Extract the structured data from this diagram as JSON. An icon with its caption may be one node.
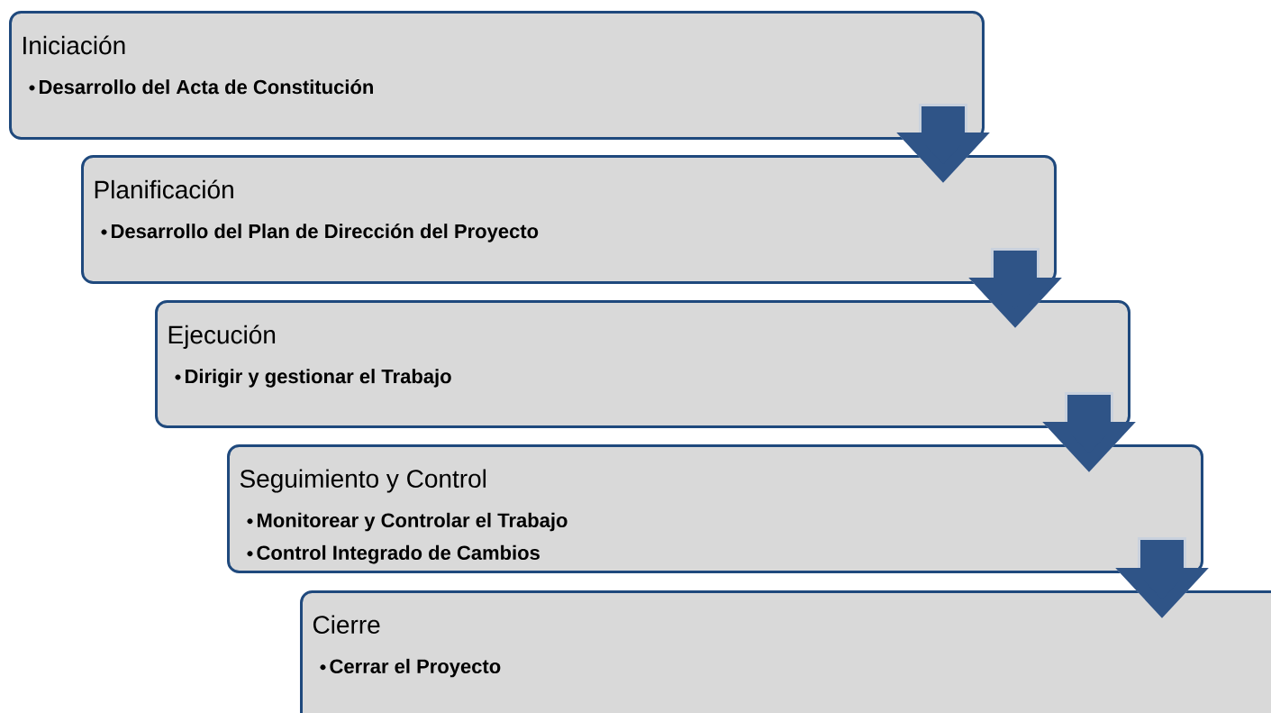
{
  "diagram": {
    "nodes": [
      {
        "text": [
          "Iniciación",
          "Desarrollo del Acta de Constitución"
        ]
      },
      {
        "text": [
          "Planificación",
          "Desarrollo del Plan de Dirección del Proyecto"
        ]
      },
      {
        "text": [
          "Ejecución",
          "Dirigir y gestionar el Trabajo"
        ]
      },
      {
        "text": [
          "Seguimiento y Control",
          "Monitorear y Controlar el Trabajo",
          "Control Integrado de Cambios"
        ]
      },
      {
        "text": [
          "Cierre",
          "Cerrar el Proyecto"
        ]
      }
    ],
    "edges": [
      {
        "from": 0,
        "to": 1,
        "arrow": "to"
      },
      {
        "from": 1,
        "to": 2,
        "arrow": "to"
      },
      {
        "from": 2,
        "to": 3,
        "arrow": "to"
      },
      {
        "from": 3,
        "to": 4,
        "arrow": "to"
      }
    ]
  }
}
